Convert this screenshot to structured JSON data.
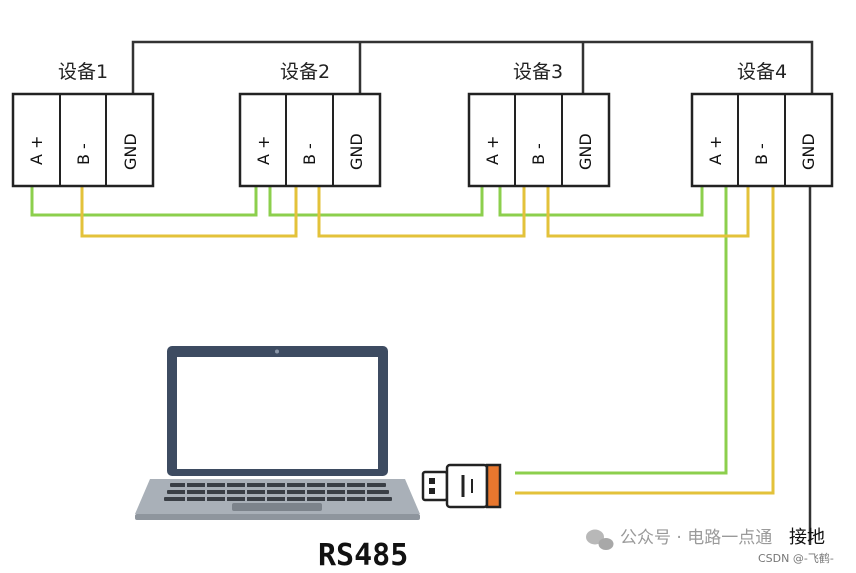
{
  "devices": [
    {
      "label": "设备1",
      "pins": [
        "A +",
        "B -",
        "GND"
      ]
    },
    {
      "label": "设备2",
      "pins": [
        "A +",
        "B -",
        "GND"
      ]
    },
    {
      "label": "设备3",
      "pins": [
        "A +",
        "B -",
        "GND"
      ]
    },
    {
      "label": "设备4",
      "pins": [
        "A +",
        "B -",
        "GND"
      ]
    }
  ],
  "caption": "RS485",
  "ground_label": "接地",
  "watermark": {
    "text": "公众号 · 电路一点通",
    "csdn": "CSDN @-飞鹤-"
  },
  "colors": {
    "wire_a": "#8ccf4d",
    "wire_b": "#e3c23a",
    "wire_gnd": "#333333",
    "laptop_frame": "#3d4b61",
    "laptop_base": "#a9b0b8",
    "usb_tip": "#e8772e"
  }
}
